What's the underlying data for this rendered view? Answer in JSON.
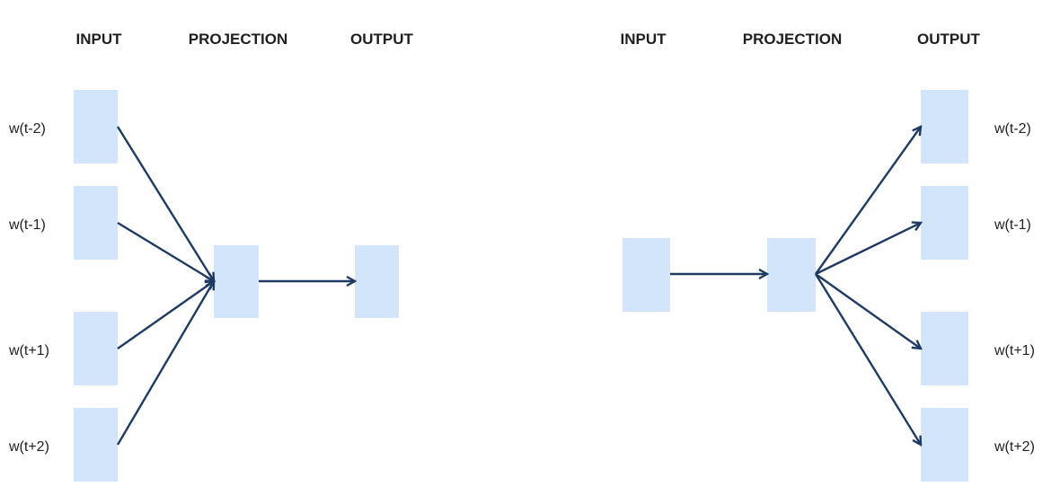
{
  "colors": {
    "box_fill": "#d3e5fa",
    "arrow": "#1f3b63",
    "text": "#1f1f1f"
  },
  "cbow": {
    "headers": {
      "input": "INPUT",
      "projection": "PROJECTION",
      "output": "OUTPUT"
    },
    "context_labels": [
      "w(t-2)",
      "w(t-1)",
      "w(t+1)",
      "w(t+2)"
    ]
  },
  "skipgram": {
    "headers": {
      "input": "INPUT",
      "projection": "PROJECTION",
      "output": "OUTPUT"
    },
    "context_labels": [
      "w(t-2)",
      "w(t-1)",
      "w(t+1)",
      "w(t+2)"
    ]
  }
}
